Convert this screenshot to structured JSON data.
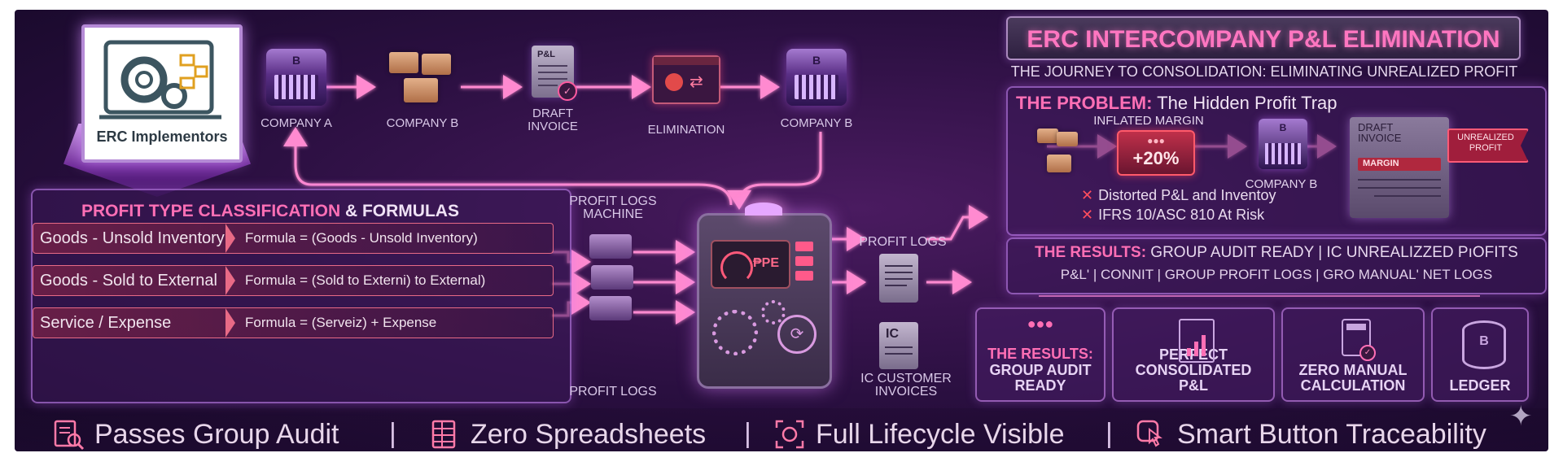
{
  "header": {
    "title": "ERC INTERCOMPANY P&L ELIMINATION",
    "subtitle": "THE JOURNEY TO CONSOLIDATION: ELIMINATING UNREALIZED PROFIT"
  },
  "logo": {
    "text": "ERC Implementors"
  },
  "flow": {
    "nodes": [
      {
        "label": "COMPANY A",
        "cube_letter": "B"
      },
      {
        "label": "COMPANY B"
      },
      {
        "label": "DRAFT INVOICE",
        "doc_title": "P&L"
      },
      {
        "label": "ELIMINATION"
      },
      {
        "label": "COMPANY B",
        "cube_letter": "B"
      }
    ]
  },
  "classification": {
    "title_accent": "PROFIT TYPE CLASSIFICATION",
    "title_rest": " & FORMULAS",
    "rows": [
      {
        "label": "Goods - Unsold Inventory",
        "formula": "Formula = (Goods - Unsold Inventory)"
      },
      {
        "label": "Goods - Sold to External",
        "formula": "Formula = (Sold to Externi) to External)"
      },
      {
        "label": "Service / Expense",
        "formula": "Formula = (Serveiz) + Expense"
      }
    ]
  },
  "machine": {
    "logs_label_top": "PROFIT LOGS MACHINE",
    "logs_label_bottom": "PROFIT LOGS",
    "gauge_text": "₱PE"
  },
  "outputs": {
    "profit_logs": "PROFIT LOGS",
    "ic_badge": "IC",
    "ic_invoices": "IC CUSTOMER INVOICES"
  },
  "problem": {
    "heading_accent": "THE PROBLEM:",
    "heading_rest": " The Hidden Profit Trap",
    "inflated_label": "INFLATED MARGIN",
    "percent": "+20%",
    "company_label": "COMPANY B",
    "cube_letter": "B",
    "invoice_title": "DRAFT INVOICE",
    "invoice_margin": "MARGIN",
    "unrealized": "UNREALIZED PROFIT",
    "risks": [
      "Distorted P&L and Inventoy",
      "IFRS 10/ASC 810 At Risk"
    ]
  },
  "results_banner": {
    "heading_accent": "THE RESULTS:",
    "line1_rest": " GROUP AUDIT READY | IC UNREALIZZED PıOFITS",
    "line2": "P&L' | CONNIT | GROUP PROFIT LOGS | GRO MANUAL' NET LOGS"
  },
  "result_cards": [
    {
      "accent": "THE RESULTS:",
      "text": "GROUP AUDIT READY"
    },
    {
      "text": "PERFECT CONSOLIDATED P&L"
    },
    {
      "text": "ZERO MANUAL CALCULATION"
    },
    {
      "text": "LEDGER",
      "badge": "B"
    }
  ],
  "footer": [
    {
      "icon": "audit-checklist-icon",
      "text": "Passes Group Audit"
    },
    {
      "icon": "spreadsheet-icon",
      "text": "Zero Spreadsheets"
    },
    {
      "icon": "lifecycle-icon",
      "text": "Full Lifecycle Visible"
    },
    {
      "icon": "smart-button-icon",
      "text": "Smart Button Traceability"
    }
  ],
  "footer_separator": "|",
  "colors": {
    "accent_pink": "#ff6fb5",
    "accent_purple": "#c77dff",
    "background": "#2a0f40",
    "risk_red": "#ff4d5e"
  }
}
